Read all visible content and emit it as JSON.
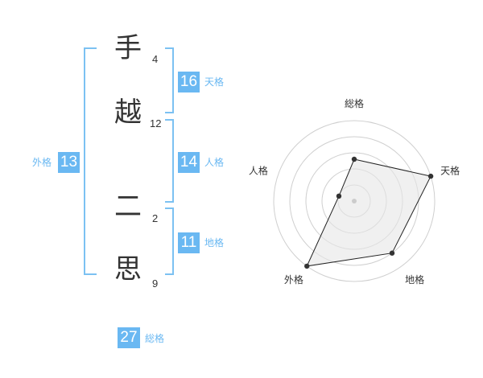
{
  "name": {
    "chars": [
      {
        "char": "手",
        "strokes": "4"
      },
      {
        "char": "越",
        "strokes": "12"
      },
      {
        "char": "二",
        "strokes": "2"
      },
      {
        "char": "思",
        "strokes": "9"
      }
    ]
  },
  "fortune": {
    "tenkaku": {
      "value": "16",
      "label": "天格"
    },
    "jinkaku": {
      "value": "14",
      "label": "人格"
    },
    "chikaku": {
      "value": "11",
      "label": "地格"
    },
    "gaikaku": {
      "value": "13",
      "label": "外格"
    },
    "soukaku": {
      "value": "27",
      "label": "総格"
    }
  },
  "chart_data": {
    "type": "radar",
    "axes": [
      "総格",
      "天格",
      "地格",
      "外格",
      "人格"
    ],
    "values": [
      2.6,
      5.0,
      4.0,
      5.0,
      1.0
    ],
    "rmax": 5,
    "rings": 5,
    "grid": true
  }
}
